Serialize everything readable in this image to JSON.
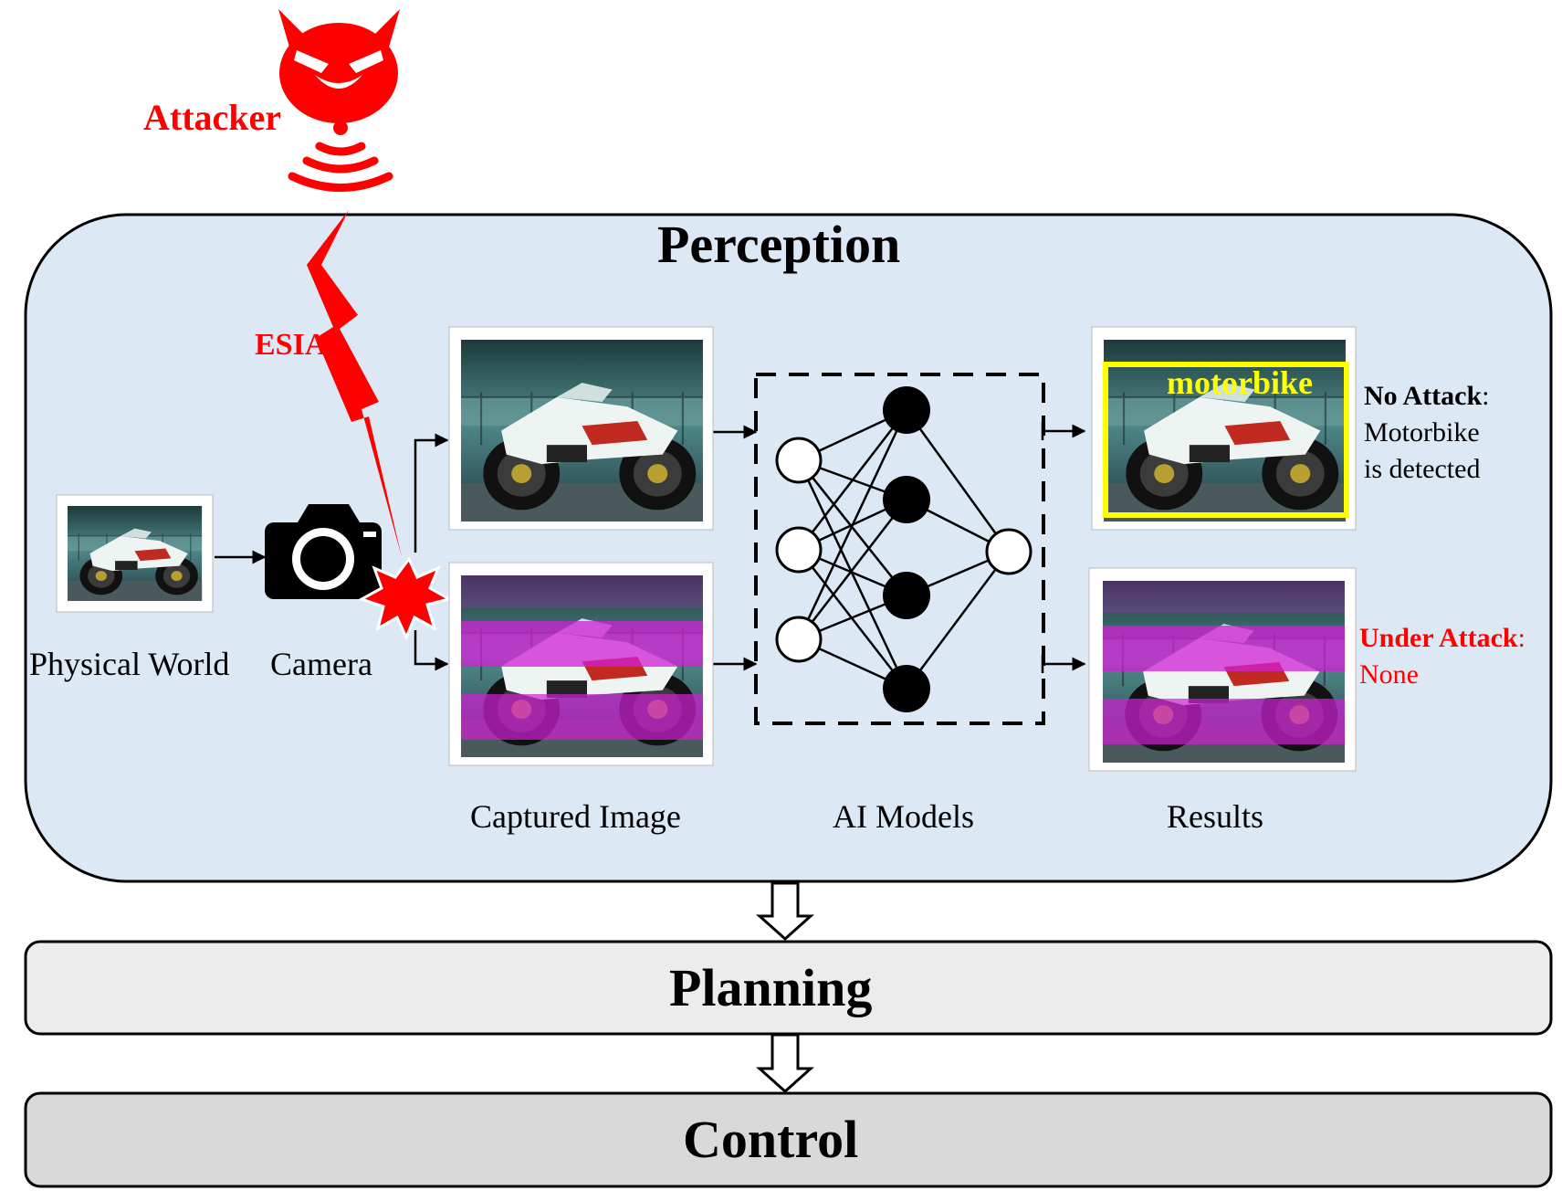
{
  "attacker": {
    "label": "Attacker",
    "attack_name": "ESIA"
  },
  "perception": {
    "title": "Perception",
    "physical_world_label": "Physical World",
    "camera_label": "Camera",
    "captured_image_label": "Captured Image",
    "ai_models_label": "AI Models",
    "results_label": "Results",
    "detection_tag": "motorbike",
    "no_attack": {
      "heading": "No Attack",
      "colon": ":",
      "line1": "Motorbike",
      "line2": "is detected"
    },
    "under_attack": {
      "heading": "Under Attack",
      "colon": ":",
      "line1": "None"
    }
  },
  "planning": {
    "title": "Planning"
  },
  "control": {
    "title": "Control"
  },
  "colors": {
    "attack_red": "#ff0000",
    "perception_fill": "#dde8f5",
    "planning_fill": "#ececec",
    "control_fill": "#d9d9d9",
    "magenta_overlay": "#d21fd6",
    "detection_yellow": "#ffff00"
  },
  "icons": [
    "devil-icon",
    "signal-waves-icon",
    "lightning-bolt-icon",
    "camera-icon",
    "explosion-icon",
    "neural-network-icon",
    "motorbike-photo"
  ]
}
